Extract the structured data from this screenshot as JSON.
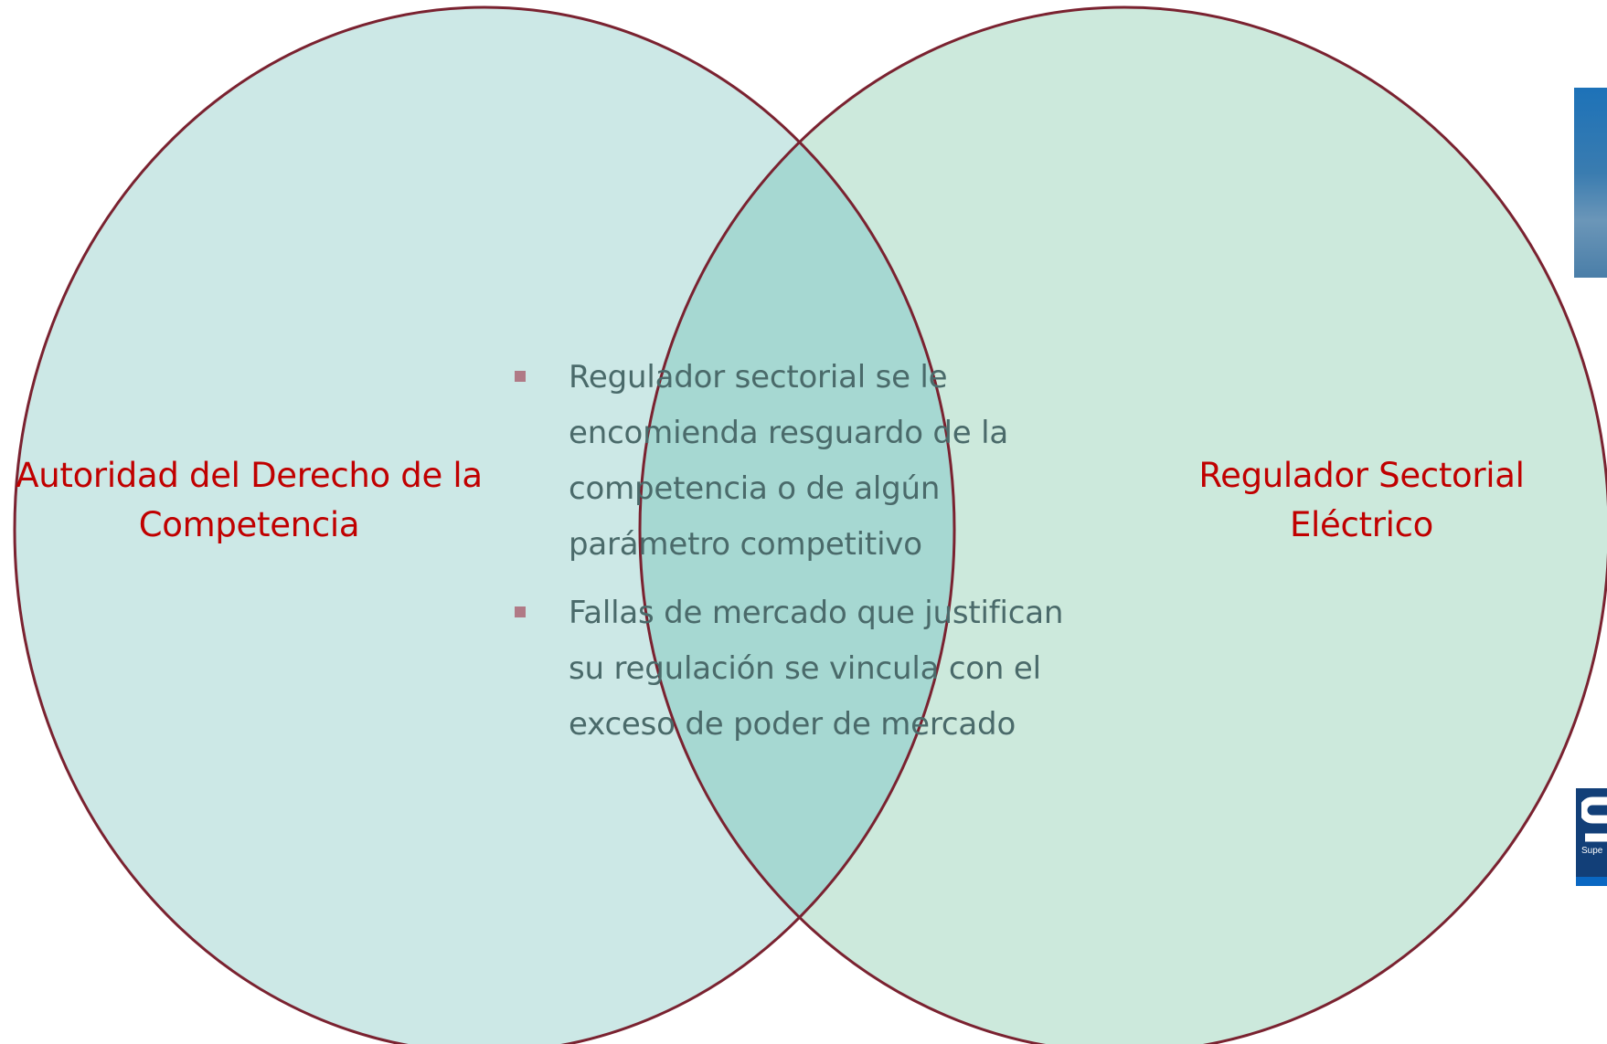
{
  "diagram": {
    "circles": {
      "left": {
        "label": "Autoridad del Derecho de la Competencia",
        "fill": "#cce8e6"
      },
      "right": {
        "label": "Regulador Sectorial Eléctrico",
        "fill": "#cce9dc"
      },
      "overlap_fill": "#a6d8d2",
      "outline": "#7a2230"
    },
    "overlap_items": [
      "Regulador sectorial se le encomienda resguardo de la competencia o de algún parámetro competitivo",
      "Fallas de mercado que justifican su regulación se vincula con el exceso de poder de mercado"
    ],
    "label_color": "#c00000",
    "text_color": "#4a6a6a",
    "bullet_color": "#b07a86"
  },
  "logos": {
    "bottom_text": "Supe"
  }
}
